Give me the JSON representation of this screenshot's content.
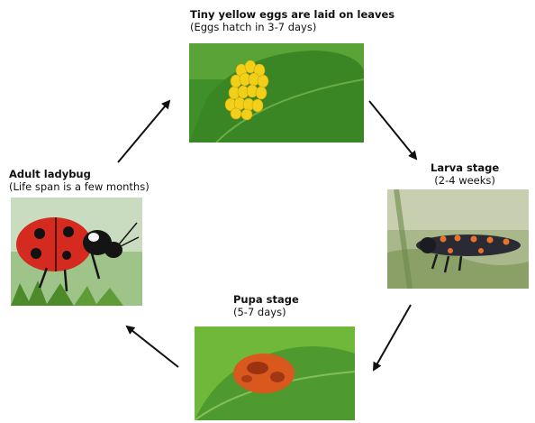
{
  "stages": {
    "eggs": {
      "title": "Tiny yellow eggs are laid on leaves",
      "note": "(Eggs hatch in 3-7 days)",
      "image": "yellow-eggs-on-leaf"
    },
    "larva": {
      "title": "Larva stage",
      "note": "(2-4 weeks)",
      "image": "ladybug-larva"
    },
    "pupa": {
      "title": "Pupa stage",
      "note": "(5-7 days)",
      "image": "ladybug-pupa-on-leaf"
    },
    "adult": {
      "title": "Adult ladybug",
      "note": "(Life span is a few months)",
      "image": "adult-ladybug"
    }
  },
  "colors": {
    "leaf_dark": "#2f7a22",
    "leaf_light": "#6fb83a",
    "egg": "#f2d01a",
    "larva_body": "#2a2a34",
    "larva_spot": "#e8732a",
    "pupa": "#d8581e",
    "ladybug_red": "#d42a20",
    "spot": "#111111",
    "arrow": "#111111"
  }
}
